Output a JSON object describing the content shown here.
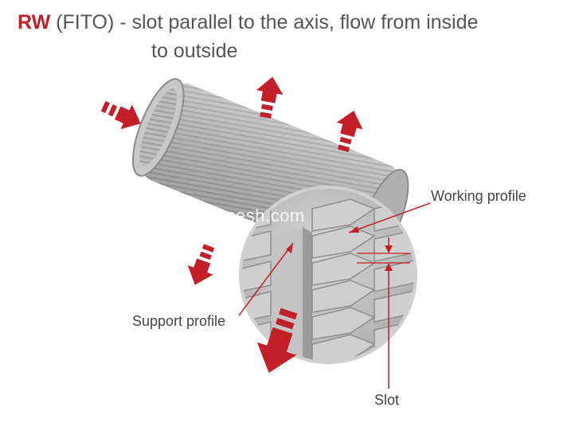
{
  "title": {
    "code": "RW",
    "line1_rest": " (FITO) - slot parallel to the axis, flow from inside",
    "line2": "to outside"
  },
  "labels": {
    "working_profile": "Working profile",
    "support_profile": "Support profile",
    "slot": "Slot"
  },
  "watermark": "lywiremesh.com",
  "colors": {
    "accent": "#c21f28",
    "text": "#555555",
    "metal": "#9a9a9a"
  }
}
